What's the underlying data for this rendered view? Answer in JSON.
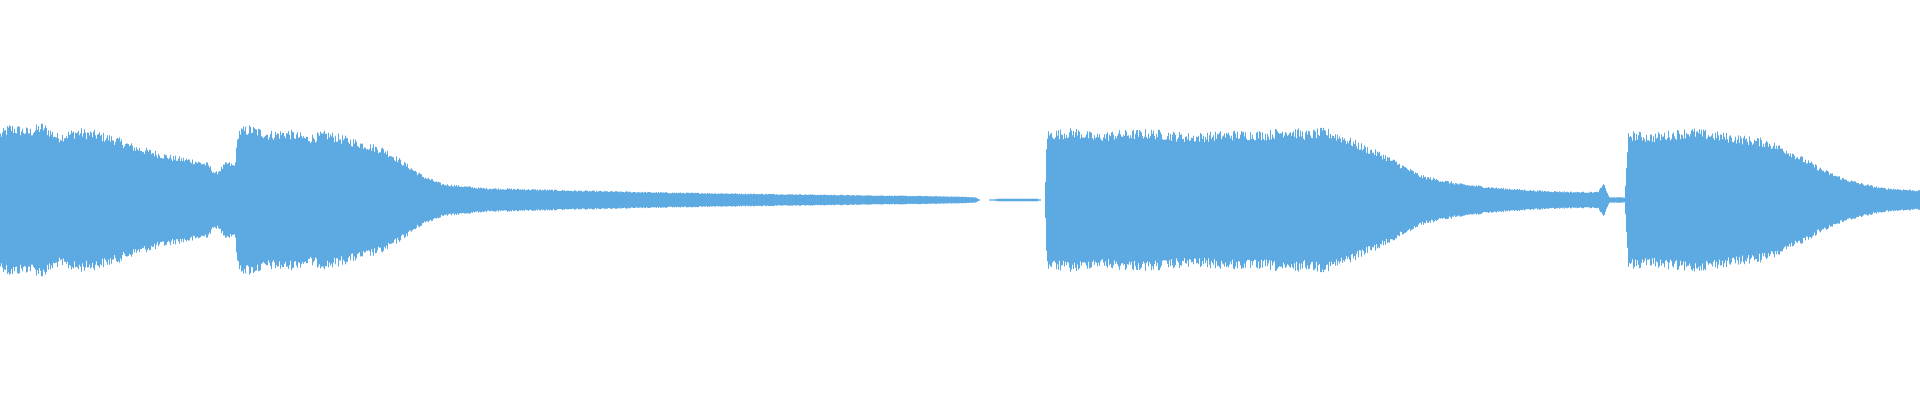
{
  "waveform": {
    "color": "#5DA9E2",
    "background": "#FFFFFF",
    "envelope": [
      [
        0.0,
        0.5
      ],
      [
        0.005,
        0.55
      ],
      [
        0.015,
        0.52
      ],
      [
        0.022,
        0.56
      ],
      [
        0.03,
        0.48
      ],
      [
        0.04,
        0.52
      ],
      [
        0.05,
        0.5
      ],
      [
        0.06,
        0.46
      ],
      [
        0.07,
        0.4
      ],
      [
        0.08,
        0.36
      ],
      [
        0.09,
        0.32
      ],
      [
        0.1,
        0.3
      ],
      [
        0.108,
        0.27
      ],
      [
        0.112,
        0.2
      ],
      [
        0.118,
        0.28
      ],
      [
        0.122,
        0.26
      ],
      [
        0.124,
        0.52
      ],
      [
        0.13,
        0.54
      ],
      [
        0.14,
        0.5
      ],
      [
        0.15,
        0.51
      ],
      [
        0.16,
        0.47
      ],
      [
        0.17,
        0.5
      ],
      [
        0.18,
        0.46
      ],
      [
        0.19,
        0.42
      ],
      [
        0.2,
        0.38
      ],
      [
        0.21,
        0.28
      ],
      [
        0.22,
        0.18
      ],
      [
        0.23,
        0.12
      ],
      [
        0.25,
        0.09
      ],
      [
        0.3,
        0.07
      ],
      [
        0.35,
        0.055
      ],
      [
        0.4,
        0.045
      ],
      [
        0.45,
        0.035
      ],
      [
        0.48,
        0.03
      ],
      [
        0.5,
        0.025
      ],
      [
        0.508,
        0.02
      ],
      [
        0.51,
        0.0
      ],
      [
        0.515,
        0.0
      ],
      [
        0.52,
        0.01
      ],
      [
        0.54,
        0.01
      ],
      [
        0.542,
        0.0
      ],
      [
        0.544,
        0.0
      ],
      [
        0.545,
        0.5
      ],
      [
        0.56,
        0.52
      ],
      [
        0.57,
        0.48
      ],
      [
        0.58,
        0.5
      ],
      [
        0.6,
        0.51
      ],
      [
        0.62,
        0.48
      ],
      [
        0.64,
        0.5
      ],
      [
        0.66,
        0.5
      ],
      [
        0.67,
        0.53
      ],
      [
        0.68,
        0.5
      ],
      [
        0.69,
        0.52
      ],
      [
        0.7,
        0.47
      ],
      [
        0.71,
        0.4
      ],
      [
        0.72,
        0.34
      ],
      [
        0.73,
        0.26
      ],
      [
        0.74,
        0.18
      ],
      [
        0.76,
        0.12
      ],
      [
        0.78,
        0.09
      ],
      [
        0.8,
        0.07
      ],
      [
        0.82,
        0.06
      ],
      [
        0.832,
        0.06
      ],
      [
        0.835,
        0.12
      ],
      [
        0.838,
        0.02
      ],
      [
        0.846,
        0.02
      ],
      [
        0.848,
        0.5
      ],
      [
        0.86,
        0.48
      ],
      [
        0.87,
        0.5
      ],
      [
        0.88,
        0.52
      ],
      [
        0.89,
        0.5
      ],
      [
        0.9,
        0.48
      ],
      [
        0.91,
        0.46
      ],
      [
        0.92,
        0.44
      ],
      [
        0.93,
        0.38
      ],
      [
        0.94,
        0.3
      ],
      [
        0.95,
        0.22
      ],
      [
        0.96,
        0.16
      ],
      [
        0.97,
        0.12
      ],
      [
        0.98,
        0.09
      ],
      [
        0.99,
        0.08
      ],
      [
        1.0,
        0.07
      ]
    ]
  }
}
